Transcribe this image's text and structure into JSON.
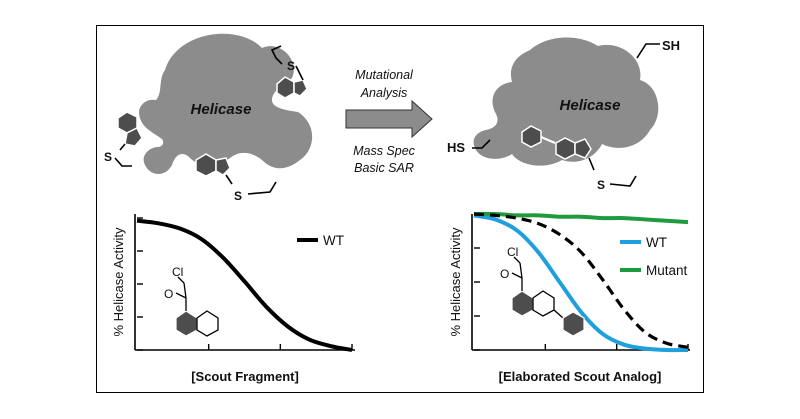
{
  "top_left": {
    "protein_label": "Helicase",
    "s_labels": [
      "S",
      "S",
      "S"
    ]
  },
  "arrow": {
    "text_above": [
      "Mutational",
      "Analysis"
    ],
    "text_below": [
      "Mass Spec",
      "Basic SAR"
    ]
  },
  "top_right": {
    "protein_label": "Helicase",
    "sh_label": "SH",
    "hs_label": "HS",
    "s_label": "S"
  },
  "molecule_labels": {
    "left_cl": "Cl",
    "left_o": "O",
    "right_cl": "Cl",
    "right_o": "O"
  },
  "colors": {
    "protein_gray": "#8c8c8c",
    "ring_dark": "#4d4d4d",
    "wt_left": "#000000",
    "wt_right": "#1fa0dc",
    "mutant": "#1f9a3c",
    "dashed": "#000000"
  },
  "chart_data": [
    {
      "type": "line",
      "xlabel": "[Scout Fragment]",
      "ylabel": "% Helicase Activity",
      "ylim": [
        0,
        100
      ],
      "xlim": [
        0,
        10
      ],
      "grid": false,
      "legend_position": "top-right",
      "series": [
        {
          "name": "WT",
          "style": "solid",
          "color": "#000000",
          "x": [
            0,
            1,
            2,
            3,
            4,
            5,
            6,
            7,
            8,
            9,
            10
          ],
          "y": [
            98,
            96,
            92,
            84,
            70,
            52,
            33,
            18,
            8,
            3,
            0
          ]
        }
      ]
    },
    {
      "type": "line",
      "xlabel": "[Elaborated Scout Analog]",
      "ylabel": "% Helicase Activity",
      "ylim": [
        0,
        100
      ],
      "xlim": [
        0,
        10
      ],
      "grid": false,
      "legend_position": "top-right",
      "series": [
        {
          "name": "WT",
          "style": "solid",
          "color": "#1fa0dc",
          "x": [
            0,
            1,
            2,
            3,
            4,
            5,
            6,
            7,
            8,
            9,
            10
          ],
          "y": [
            99,
            96,
            88,
            72,
            50,
            28,
            12,
            4,
            1,
            0,
            0
          ]
        },
        {
          "name": "Mutant",
          "style": "solid",
          "color": "#1f9a3c",
          "x": [
            0,
            1,
            2,
            3,
            4,
            5,
            6,
            7,
            8,
            9,
            10
          ],
          "y": [
            100,
            100,
            99,
            99,
            98,
            98,
            97,
            97,
            96,
            95,
            94
          ]
        },
        {
          "name": "",
          "style": "dashed",
          "color": "#000000",
          "x": [
            0,
            1,
            2,
            3,
            4,
            5,
            6,
            7,
            8,
            9,
            10
          ],
          "y": [
            100,
            99,
            97,
            93,
            85,
            72,
            52,
            30,
            13,
            5,
            2
          ]
        }
      ]
    }
  ]
}
